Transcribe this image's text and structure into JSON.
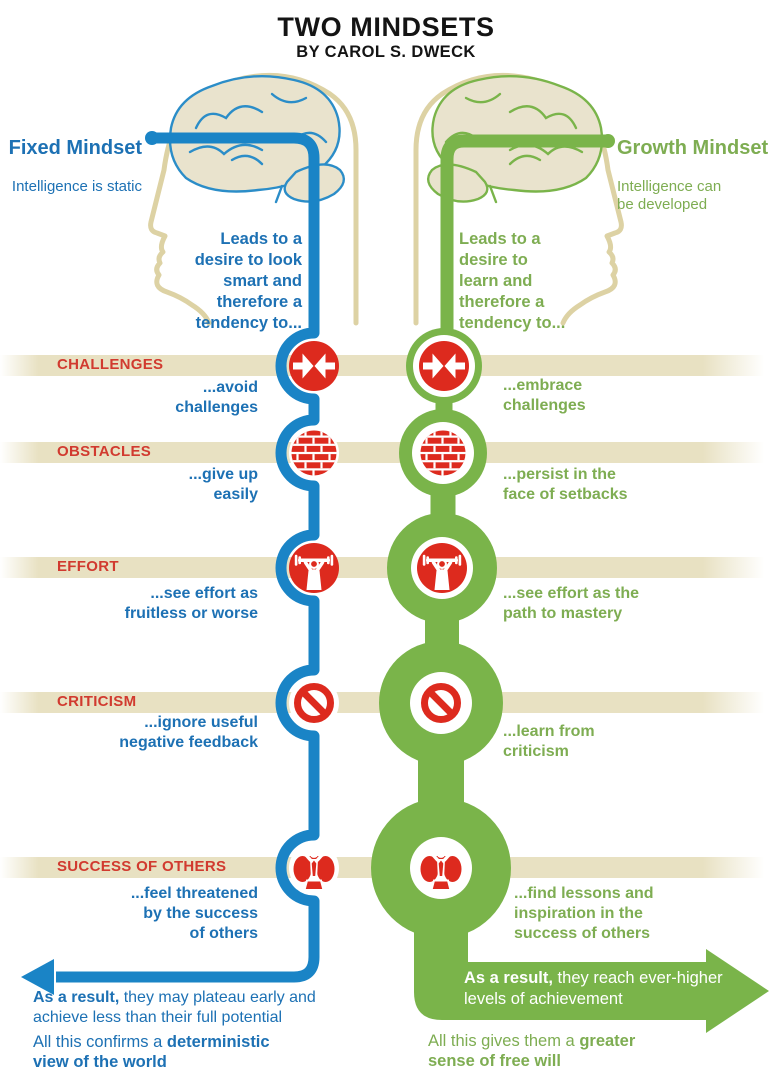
{
  "title": {
    "main": "TWO MINDSETS",
    "byline": "BY CAROL S. DWECK"
  },
  "colors": {
    "fixed_blue": "#1a84c6",
    "fixed_blue_text": "#1d71b4",
    "growth_green": "#7ab44a",
    "growth_green_text": "#7ead52",
    "icon_red": "#dd2a1e",
    "category_red": "#d13a2f",
    "band_tan": "#e8e1c2",
    "head_tan": "#ddd2a4"
  },
  "fixed": {
    "name": "Fixed Mindset",
    "definition": "Intelligence is static",
    "leads_to": "Leads to a\ndesire to look\nsmart and\ntherefore a\ntendency to...",
    "behaviors": [
      "...avoid\nchallenges",
      "...give up\neasily",
      "...see effort as\nfruitless or worse",
      "...ignore useful\nnegative feedback",
      "...feel threatened\nby the success\nof others"
    ],
    "result": {
      "bold": "As a result,",
      "text": " they may plateau early and achieve less than their full potential"
    },
    "conclusion": {
      "prefix": "All this confirms a ",
      "bold": "deterministic view of the world"
    }
  },
  "growth": {
    "name": "Growth Mindset",
    "definition": "Intelligence can\nbe developed",
    "leads_to": "Leads to a\ndesire to\nlearn and\ntherefore a\ntendency to...",
    "behaviors": [
      "...embrace\nchallenges",
      "...persist in the\nface of setbacks",
      "...see effort as the\npath to mastery",
      "...learn from\ncriticism",
      "...find lessons and\ninspiration in the\nsuccess of others"
    ],
    "result": {
      "bold": "As a result,",
      "text": " they reach ever-higher levels of achievement"
    },
    "conclusion": {
      "prefix": "All this gives them a ",
      "bold": "greater sense of free will"
    }
  },
  "categories": [
    {
      "label": "CHALLENGES",
      "icon": "colliding-arrows-icon"
    },
    {
      "label": "OBSTACLES",
      "icon": "brick-wall-icon"
    },
    {
      "label": "EFFORT",
      "icon": "weightlifter-icon"
    },
    {
      "label": "CRITICISM",
      "icon": "no-entry-icon"
    },
    {
      "label": "SUCCESS OF OTHERS",
      "icon": "winner-podium-icon"
    }
  ]
}
